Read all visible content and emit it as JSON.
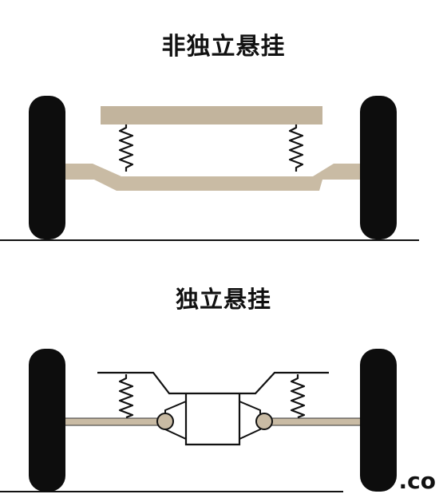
{
  "titles": {
    "non_independent": "非独立悬挂",
    "independent": "独立悬挂"
  },
  "watermark": ".co",
  "colors": {
    "background": "#ffffff",
    "tire": "#0d0d0d",
    "axle": "#c9bba4",
    "frame": "#c2b49d",
    "outline": "#111111",
    "spring": "#111111"
  },
  "icons": [
    "wheel-icon",
    "spring-icon",
    "joint-icon"
  ]
}
